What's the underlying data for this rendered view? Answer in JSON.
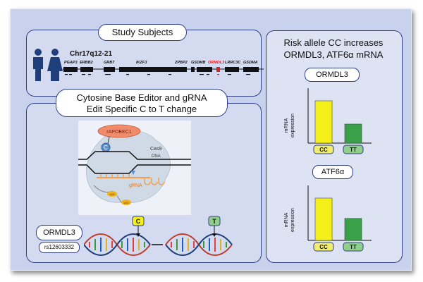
{
  "colors": {
    "background": "#c9d2ec",
    "panel_border": "#2f3f86",
    "person": "#1f3f7a",
    "highlight_gene": "#e02020",
    "cc_bar": "#f5ef1a",
    "tt_bar": "#3aa04a",
    "cc_label": "#f2ee6c",
    "tt_label": "#8fcf8a",
    "editor": "#f08c6c",
    "cas9": "#d0dae6",
    "grna": "#f0a050"
  },
  "study_subjects": {
    "title": "Study Subjects",
    "chromosome": "Chr17q12-21",
    "genes_top": [
      "PGAP3",
      "ERBB2",
      "GRB7",
      "IKZF3",
      "ZPBP2",
      "GSDMB",
      "ORMDL3",
      "LRRC3C",
      "GSDMA"
    ],
    "highlighted_gene": "ORMDL3",
    "icons": [
      "male-person-icon",
      "female-person-icon"
    ]
  },
  "base_editor": {
    "title_line1": "Cytosine Base Editor and gRNA",
    "title_line2": "Edit Specific C to T change",
    "editor_label": "rAPOBEC1",
    "c_label": "C",
    "cas9_label": "Cas9",
    "dna_label": "DNA",
    "grna_label": "gRNA",
    "ugi_label": "UGI",
    "gene_label": "ORMDL3",
    "snp_label": "rs12603332",
    "allele_c": "C",
    "allele_t": "T"
  },
  "risk_panel": {
    "title_line1": "Risk allele CC increases",
    "title_line2": "ORMDL3, ATF6α mRNA",
    "ylabel_line1": "mRNA",
    "ylabel_line2": "expression"
  },
  "chart_data": [
    {
      "type": "bar",
      "title": "ORMDL3",
      "categories": [
        "CC",
        "TT"
      ],
      "values": [
        1.0,
        0.45
      ],
      "ylabel": "mRNA expression",
      "ylim": [
        0,
        1.2
      ]
    },
    {
      "type": "bar",
      "title": "ATF6α",
      "categories": [
        "CC",
        "TT"
      ],
      "values": [
        1.0,
        0.52
      ],
      "ylabel": "mRNA expression",
      "ylim": [
        0,
        1.2
      ]
    }
  ]
}
